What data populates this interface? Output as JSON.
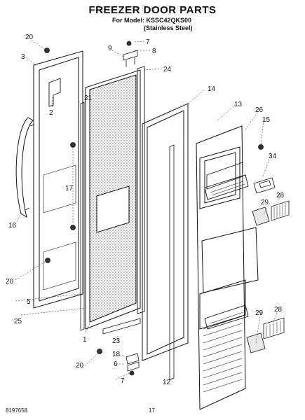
{
  "header": {
    "watermark": "AppliancePartsPros.com",
    "title": "FREEZER DOOR PARTS",
    "model_line": "For Model: KSSC42QKS00",
    "finish_line": "(Stainless Steel)"
  },
  "footer": {
    "doc_number": "8197658",
    "page_number": "17"
  },
  "callouts": [
    "20",
    "3",
    "2",
    "16",
    "17",
    "20",
    "5",
    "25",
    "1",
    "20",
    "21",
    "9",
    "7",
    "8",
    "24",
    "14",
    "13",
    "26",
    "15",
    "34",
    "28",
    "29",
    "29",
    "28",
    "23",
    "18",
    "6",
    "7",
    "12"
  ]
}
